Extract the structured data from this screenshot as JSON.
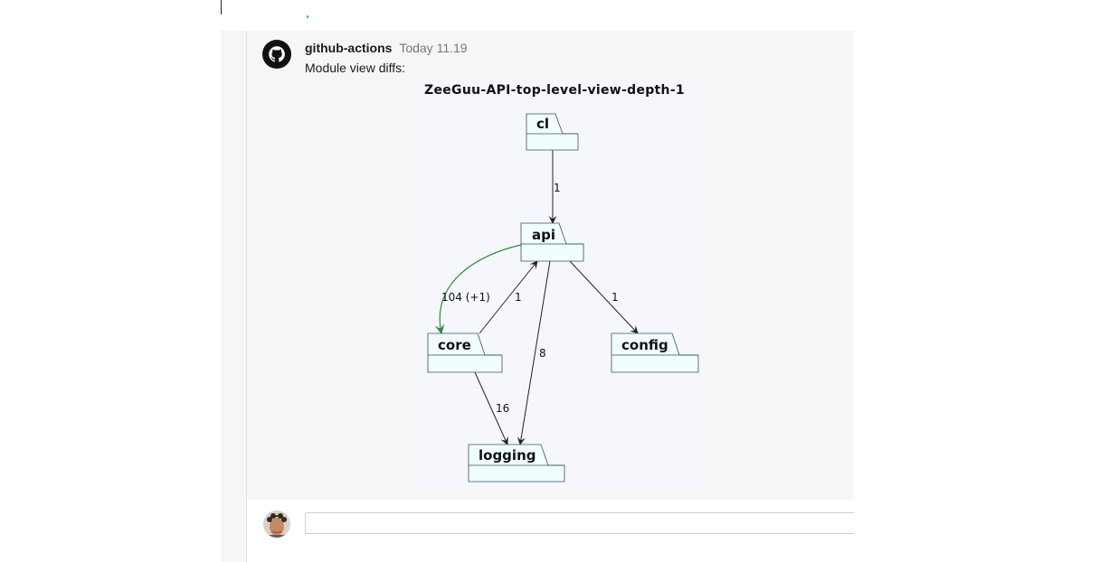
{
  "message": {
    "sender": "github-actions",
    "timestamp": "Today 11.19",
    "body": "Module view diffs:"
  },
  "diagram": {
    "title": "ZeeGuu-API-top-level-view-depth-1",
    "nodes": {
      "cl": "cl",
      "api": "api",
      "core": "core",
      "config": "config",
      "logging": "logging"
    },
    "edges": {
      "cl_api": "1",
      "api_core": "104 (+1)",
      "core_api": "1",
      "api_config": "1",
      "api_logging": "8",
      "core_logging": "16"
    },
    "colors": {
      "node_fill": "#f0fefe",
      "node_stroke": "#3e5060",
      "edge": "#222222",
      "added_edge": "#2e8b3a"
    }
  },
  "compose": {
    "placeholder": ""
  }
}
